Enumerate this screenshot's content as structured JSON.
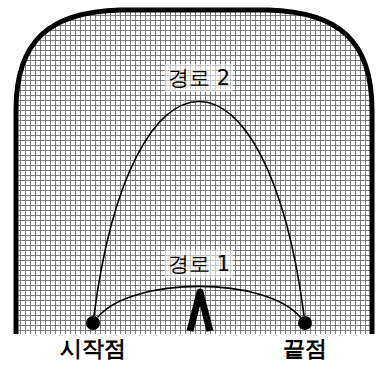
{
  "diagram": {
    "nodes": [
      {
        "text": [
          "시작점"
        ]
      },
      {
        "text": [
          "끝점"
        ]
      }
    ],
    "edges": [
      {
        "from": 0,
        "to": 1,
        "arrow": "none",
        "label": "경로 2"
      },
      {
        "from": 0,
        "to": 1,
        "arrow": "none",
        "label": "경로 1"
      }
    ]
  }
}
